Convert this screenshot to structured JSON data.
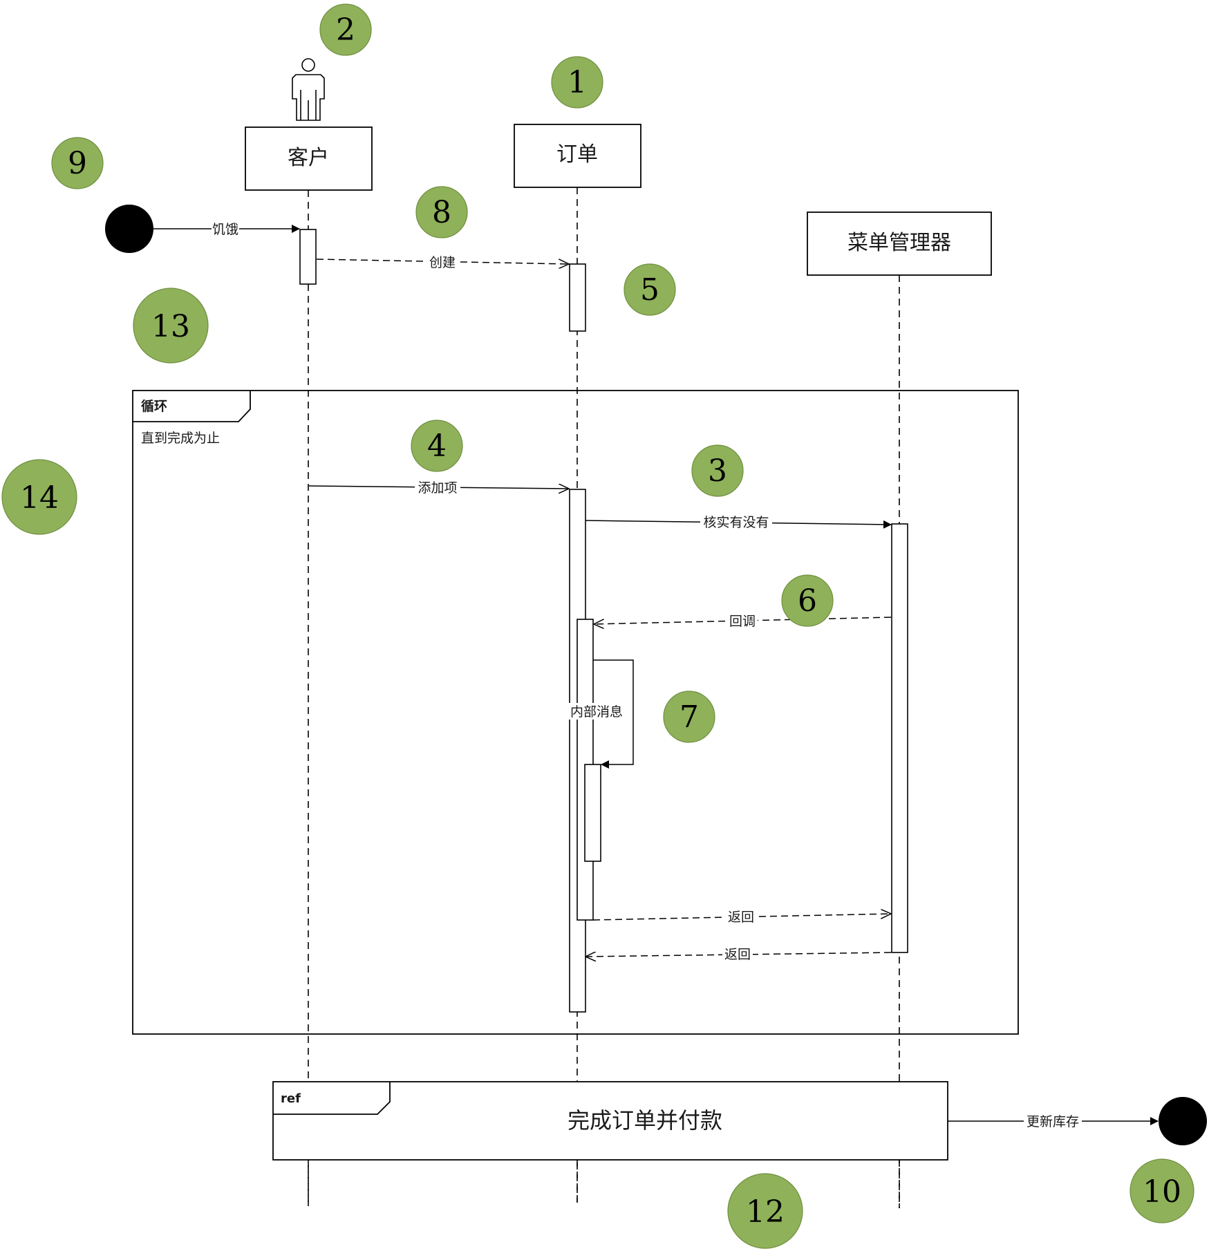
{
  "participants": {
    "customer": "客户",
    "order": "订单",
    "menu_manager": "菜单管理器"
  },
  "messages": {
    "hungry": "饥饿",
    "create": "创建",
    "add_item": "添加项",
    "check": "核实有没有",
    "callback": "回调",
    "internal": "内部消息",
    "return1": "返回",
    "return2": "返回",
    "update_stock": "更新库存"
  },
  "frames": {
    "loop_keyword": "循环",
    "loop_guard": "直到完成为止",
    "ref_keyword": "ref",
    "ref_text": "完成订单并付款"
  },
  "badges": [
    "1",
    "2",
    "3",
    "4",
    "5",
    "6",
    "7",
    "8",
    "9",
    "10",
    "12",
    "13",
    "14"
  ],
  "colors": {
    "badge_fill": "#8fb15a",
    "badge_stroke": "#6e8f3e",
    "line": "#000000"
  }
}
